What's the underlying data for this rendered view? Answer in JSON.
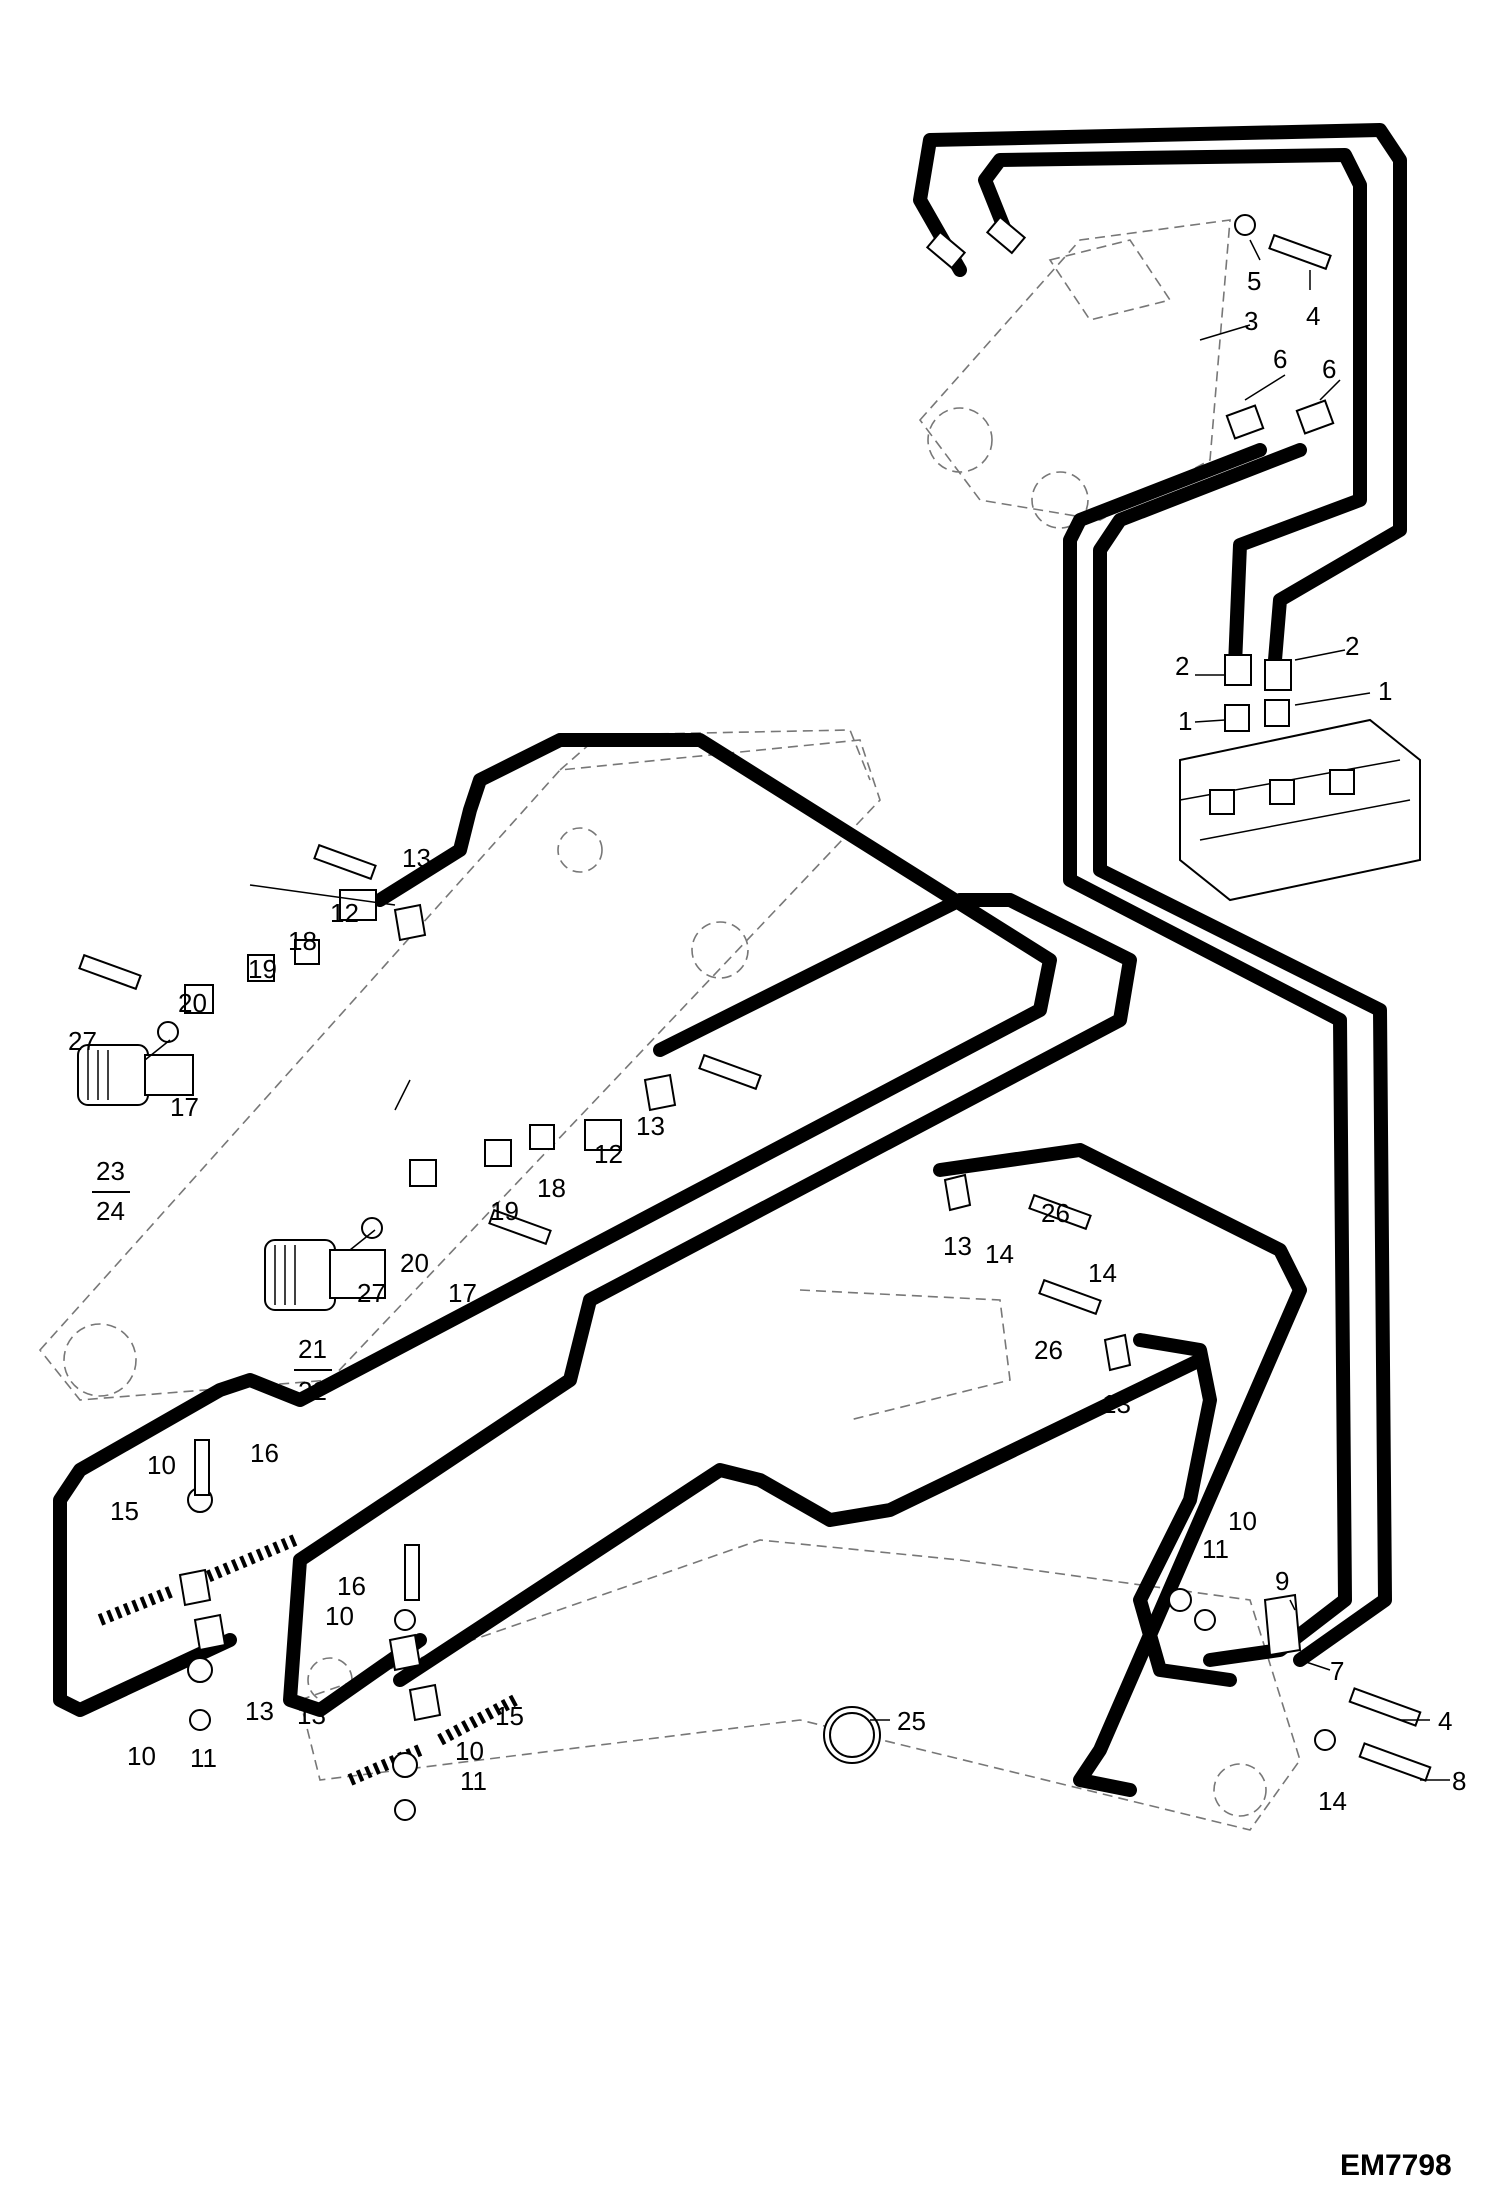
{
  "drawing_code": "EM7798",
  "callouts": {
    "c1a": "1",
    "c1b": "1",
    "c2a": "2",
    "c2b": "2",
    "c3": "3",
    "c4a": "4",
    "c4b": "4",
    "c5": "5",
    "c6a": "6",
    "c6b": "6",
    "c7": "7",
    "c8": "8",
    "c9": "9",
    "c10a": "10",
    "c10b": "10",
    "c10c": "10",
    "c10d": "10",
    "c10e": "10",
    "c11a": "11",
    "c11b": "11",
    "c11c": "11",
    "c12a": "12",
    "c12b": "12",
    "c13a": "13",
    "c13b": "13",
    "c13c": "13",
    "c13d": "13",
    "c13e": "13",
    "c13f": "13",
    "c14a": "14",
    "c14b": "14",
    "c14c": "14",
    "c15a": "15",
    "c15b": "15",
    "c16a": "16",
    "c16b": "16",
    "c17a": "17",
    "c17b": "17",
    "c18a": "18",
    "c18b": "18",
    "c19a": "19",
    "c19b": "19",
    "c20a": "20",
    "c20b": "20",
    "c21": "21",
    "c22": "22",
    "c23": "23",
    "c24": "24",
    "c25": "25",
    "c26a": "26",
    "c26b": "26",
    "c27a": "27",
    "c27b": "27"
  }
}
